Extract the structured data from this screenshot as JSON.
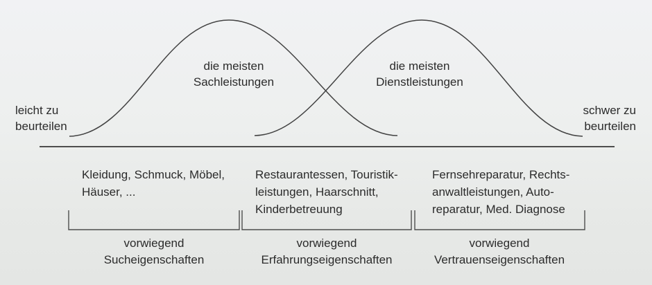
{
  "diagram": {
    "curve_labels": {
      "left": {
        "line1": "die meisten",
        "line2": "Sachleistungen"
      },
      "right": {
        "line1": "die meisten",
        "line2": "Dienstleistungen"
      }
    },
    "axis_labels": {
      "left": {
        "line1": "leicht zu",
        "line2": "beurteilen"
      },
      "right": {
        "line1": "schwer zu",
        "line2": "beurteilen"
      }
    },
    "example_groups": [
      {
        "lines": [
          "Kleidung, Schmuck, Möbel,",
          "Häuser, ..."
        ]
      },
      {
        "lines": [
          "Restaurantessen, Touristik-",
          "leistungen, Haarschnitt,",
          "Kinderbetreuung"
        ]
      },
      {
        "lines": [
          "Fernsehreparatur, Rechts-",
          "anwaltleistungen, Auto-",
          "reparatur, Med. Diagnose"
        ]
      }
    ],
    "brackets": [
      {
        "line1": "vorwiegend",
        "line2": "Sucheigenschaften"
      },
      {
        "line1": "vorwiegend",
        "line2": "Erfahrungseigenschaften"
      },
      {
        "line1": "vorwiegend",
        "line2": "Vertrauenseigenschaften"
      }
    ],
    "colors": {
      "curve": "#424242",
      "axis": "#4d4d4d",
      "bracket": "#4d4d4d",
      "text": "#2b2b2b",
      "background_top": "#f1f2f4",
      "background_bottom": "#e4e6e4"
    }
  }
}
